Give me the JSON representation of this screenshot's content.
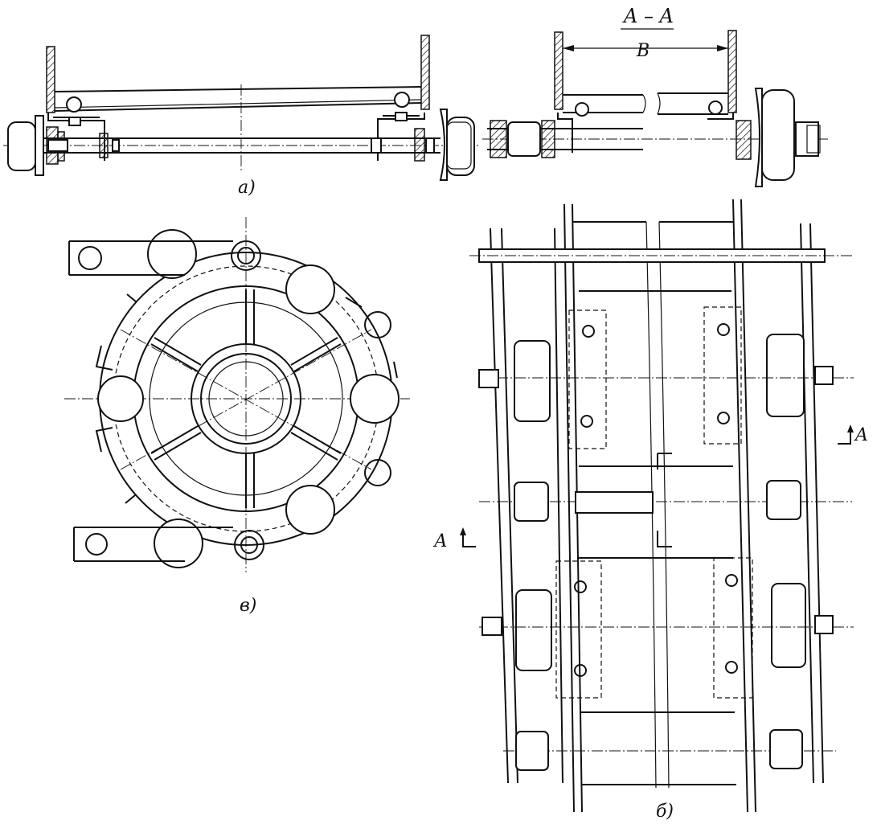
{
  "labels": {
    "section_title": "A – A",
    "dimension_b": "B",
    "view_a": "а)",
    "view_b": "б)",
    "view_v": "в)",
    "section_mark_left": "А",
    "section_mark_right": "A"
  }
}
